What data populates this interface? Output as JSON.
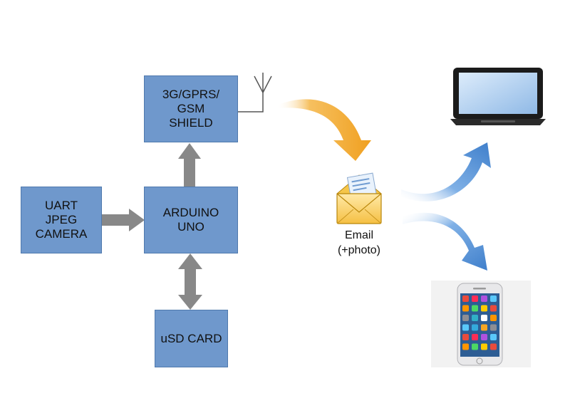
{
  "blocks": {
    "shield": [
      "3G/GPRS/",
      "GSM",
      "SHIELD"
    ],
    "camera": [
      "UART",
      "JPEG",
      "CAMERA"
    ],
    "arduino": [
      "ARDUINO",
      "UNO"
    ],
    "sd": [
      "uSD CARD"
    ]
  },
  "email": {
    "line1": "Email",
    "line2": "(+photo)"
  },
  "colors": {
    "block_fill": "#6f98cc",
    "block_border": "#4f79ad",
    "connector": "#888888",
    "send_arrow": "#f0a020",
    "delivery_arrow": "#4a86cf"
  },
  "icons": [
    "antenna-icon",
    "email-envelope-icon",
    "laptop-icon",
    "smartphone-icon"
  ]
}
